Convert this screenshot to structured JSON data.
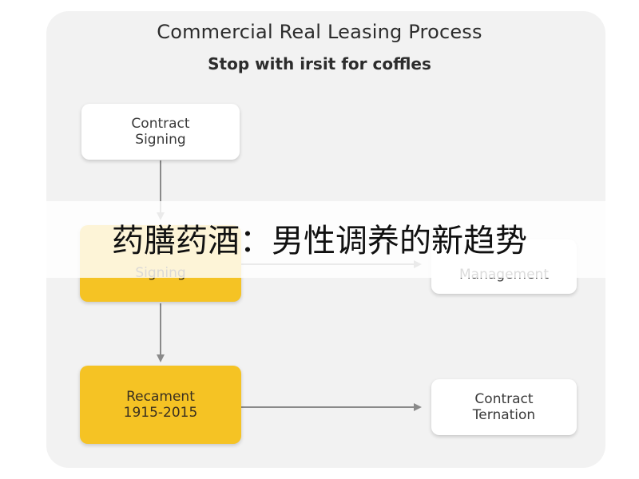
{
  "diagram": {
    "title": "Commercial Real Leasing Process",
    "subtitle": "Stop with irsit for coffles",
    "nodes": {
      "contract_signing_top": "Contract\nSigning",
      "signing_yellow": "Signing",
      "management": "Management",
      "recament": "Recament\n1915-2015",
      "contract_ternation": "Contract\nTernation"
    },
    "colors": {
      "background": "#f2f2f2",
      "node_white": "#ffffff",
      "node_yellow": "#f5c324",
      "arrow": "#8a8a8a"
    }
  },
  "banner": {
    "text": "药膳药酒：男性调养的新趋势"
  }
}
